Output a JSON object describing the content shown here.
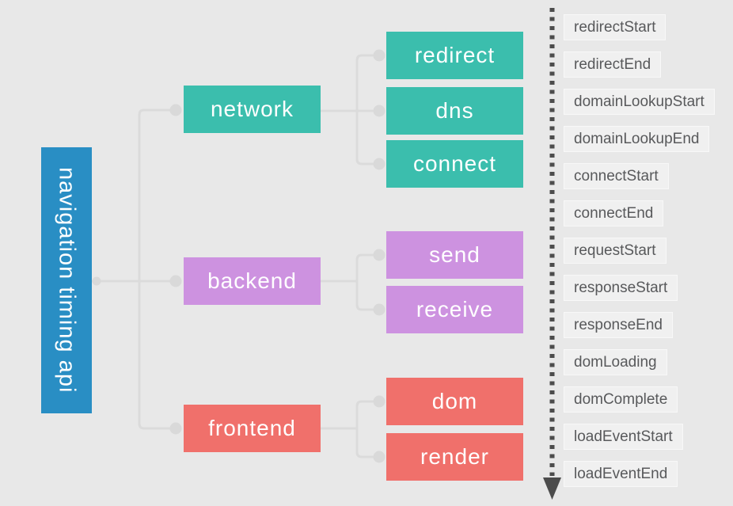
{
  "root": {
    "label": "navigation timing api",
    "color": "#298ec4"
  },
  "branches": [
    {
      "label": "network",
      "color": "#3bbead",
      "children": [
        {
          "label": "redirect"
        },
        {
          "label": "dns"
        },
        {
          "label": "connect"
        }
      ]
    },
    {
      "label": "backend",
      "color": "#cd92e0",
      "children": [
        {
          "label": "send"
        },
        {
          "label": "receive"
        }
      ]
    },
    {
      "label": "frontend",
      "color": "#f0706b",
      "children": [
        {
          "label": "dom"
        },
        {
          "label": "render"
        }
      ]
    }
  ],
  "timeline": {
    "events": [
      "redirectStart",
      "redirectEnd",
      "domainLookupStart",
      "domainLookupEnd",
      "connectStart",
      "connectEnd",
      "requestStart",
      "responseStart",
      "responseEnd",
      "domLoading",
      "domComplete",
      "loadEventStart",
      "loadEventEnd"
    ]
  },
  "colors": {
    "background": "#e8e8e8",
    "root_blue": "#298ec4",
    "network_teal": "#3bbead",
    "backend_purple": "#cd92e0",
    "frontend_coral": "#f0706b",
    "connector_gray": "#dbdbdb",
    "axis_dark_gray": "#4c4c4c",
    "event_box_bg": "#f0f0f0",
    "event_text": "#58595b"
  }
}
